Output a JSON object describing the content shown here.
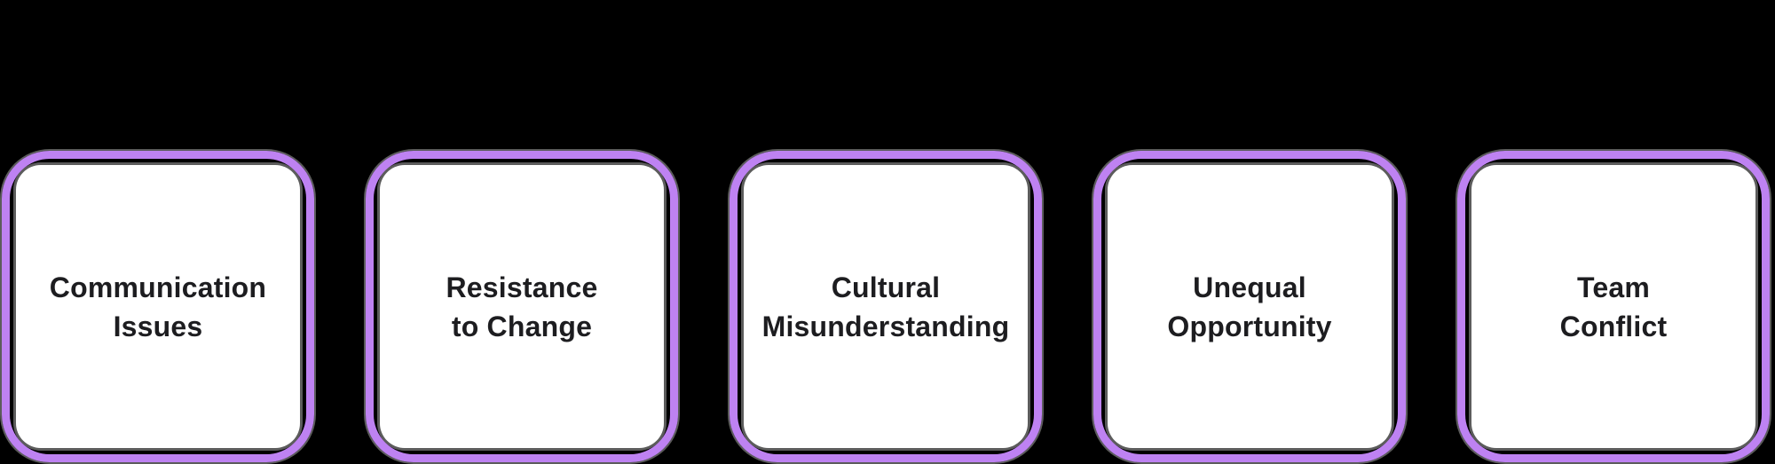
{
  "diagram": {
    "nodes": [
      {
        "line1": "Communication",
        "line2": "Issues"
      },
      {
        "line1": "Resistance",
        "line2": "to Change"
      },
      {
        "line1": "Cultural",
        "line2": "Misunderstanding"
      },
      {
        "line1": "Unequal",
        "line2": "Opportunity"
      },
      {
        "line1": "Team",
        "line2": "Conflict"
      }
    ]
  },
  "colors": {
    "bg": "#000000",
    "accent": "#be82f2",
    "halo": "rgba(141,141,141,0.65)",
    "node-fill": "#ffffff",
    "text": "#1d1d20"
  }
}
